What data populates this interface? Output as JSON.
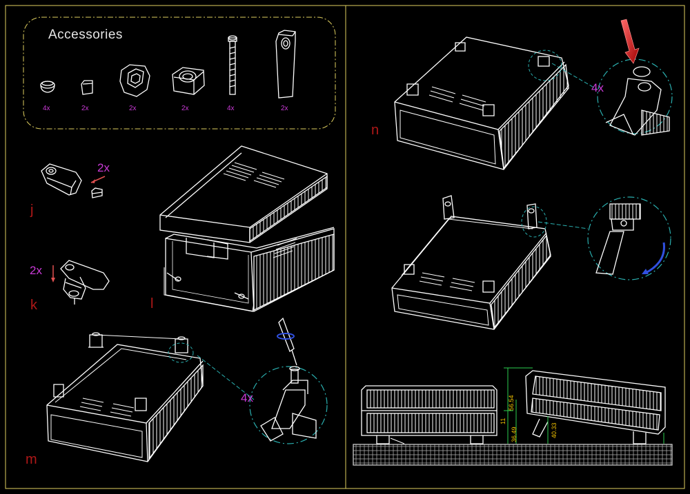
{
  "accessories": {
    "title": "Accessories",
    "items": [
      {
        "name": "rubber-foot",
        "qty": "4x"
      },
      {
        "name": "small-block",
        "qty": "2x"
      },
      {
        "name": "hex-socket-block",
        "qty": "2x"
      },
      {
        "name": "square-socket-block",
        "qty": "2x"
      },
      {
        "name": "long-screw",
        "qty": "4x"
      },
      {
        "name": "tilt-leg",
        "qty": "2x"
      }
    ]
  },
  "steps": {
    "j": {
      "label": "j",
      "count": "2x"
    },
    "k": {
      "label": "k",
      "count": "2x"
    },
    "l": {
      "label": "l"
    },
    "m": {
      "label": "m",
      "count": "4x"
    },
    "n": {
      "label": "n",
      "count": "4x"
    }
  },
  "dimensions": [
    "11",
    "36.49",
    "56.54",
    "40.33"
  ],
  "colors": {
    "background": "#000000",
    "frame": "#e0d060",
    "line": "#ffffff",
    "step_label": "#b01818",
    "quantity": "#c93ad6",
    "dimension": "#f0c000",
    "leader": "#2ab0b0",
    "arrow_red": "#c01010",
    "arrow_blue": "#3050e0"
  }
}
